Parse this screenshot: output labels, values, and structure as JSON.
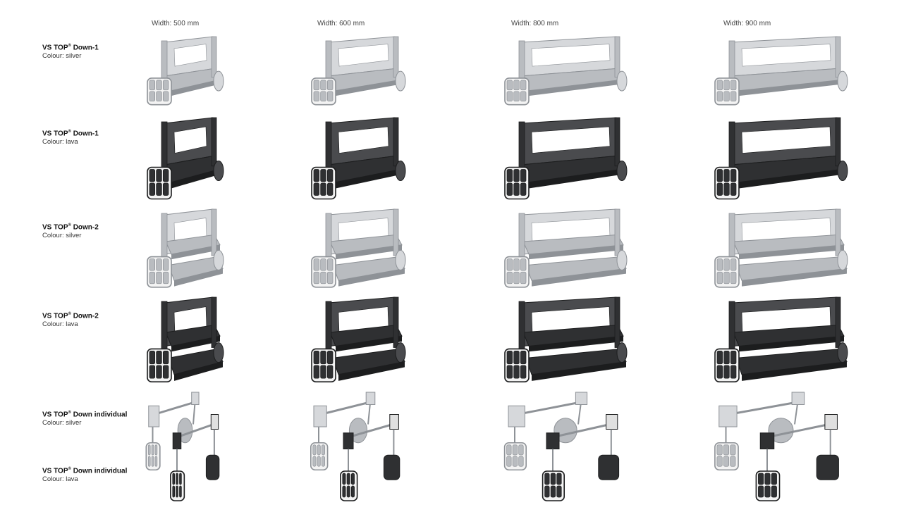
{
  "columns": [
    {
      "label": "Width: 500 mm"
    },
    {
      "label": "Width: 600 mm"
    },
    {
      "label": "Width: 800 mm"
    },
    {
      "label": "Width: 900 mm"
    }
  ],
  "rows": [
    {
      "title": "VS TOP",
      "reg": "®",
      "title_suffix": " Down-1",
      "colour_text": "Colour: silver"
    },
    {
      "title": "VS TOP",
      "reg": "®",
      "title_suffix": " Down-1",
      "colour_text": "Colour: lava"
    },
    {
      "title": "VS TOP",
      "reg": "®",
      "title_suffix": " Down-2",
      "colour_text": "Colour: silver"
    },
    {
      "title": "VS TOP",
      "reg": "®",
      "title_suffix": " Down-2",
      "colour_text": "Colour: lava"
    },
    {
      "title": "VS TOP",
      "reg": "®",
      "title_suffix": " Down individual",
      "colour_text": "Colour: silver"
    },
    {
      "title": "VS TOP",
      "reg": "®",
      "title_suffix": " Down individual",
      "colour_text": "Colour: lava"
    }
  ],
  "colors": {
    "silver": "#b9bcc0",
    "silver_dark": "#8e9297",
    "silver_light": "#d6d8db",
    "lava": "#2f3032",
    "lava_dark": "#1c1d1e",
    "lava_light": "#4a4b4e"
  },
  "products": [
    {
      "row": 0,
      "col": 0,
      "model": "down-1",
      "colour": "silver"
    },
    {
      "row": 0,
      "col": 1,
      "model": "down-1",
      "colour": "silver"
    },
    {
      "row": 0,
      "col": 2,
      "model": "down-1",
      "colour": "silver"
    },
    {
      "row": 0,
      "col": 3,
      "model": "down-1",
      "colour": "silver"
    },
    {
      "row": 1,
      "col": 0,
      "model": "down-1",
      "colour": "lava"
    },
    {
      "row": 1,
      "col": 1,
      "model": "down-1",
      "colour": "lava"
    },
    {
      "row": 1,
      "col": 2,
      "model": "down-1",
      "colour": "lava"
    },
    {
      "row": 1,
      "col": 3,
      "model": "down-1",
      "colour": "lava"
    },
    {
      "row": 2,
      "col": 0,
      "model": "down-2",
      "colour": "silver"
    },
    {
      "row": 2,
      "col": 1,
      "model": "down-2",
      "colour": "silver"
    },
    {
      "row": 2,
      "col": 2,
      "model": "down-2",
      "colour": "silver"
    },
    {
      "row": 2,
      "col": 3,
      "model": "down-2",
      "colour": "silver"
    },
    {
      "row": 3,
      "col": 0,
      "model": "down-2",
      "colour": "lava"
    },
    {
      "row": 3,
      "col": 1,
      "model": "down-2",
      "colour": "lava"
    },
    {
      "row": 3,
      "col": 2,
      "model": "down-2",
      "colour": "lava"
    },
    {
      "row": 3,
      "col": 3,
      "model": "down-2",
      "colour": "lava"
    },
    {
      "row": 4,
      "col": 0,
      "model": "individual",
      "colour": "mixed"
    },
    {
      "row": 4,
      "col": 1,
      "model": "individual",
      "colour": "mixed"
    },
    {
      "row": 4,
      "col": 2,
      "model": "individual",
      "colour": "mixed"
    },
    {
      "row": 4,
      "col": 3,
      "model": "individual",
      "colour": "mixed"
    }
  ]
}
